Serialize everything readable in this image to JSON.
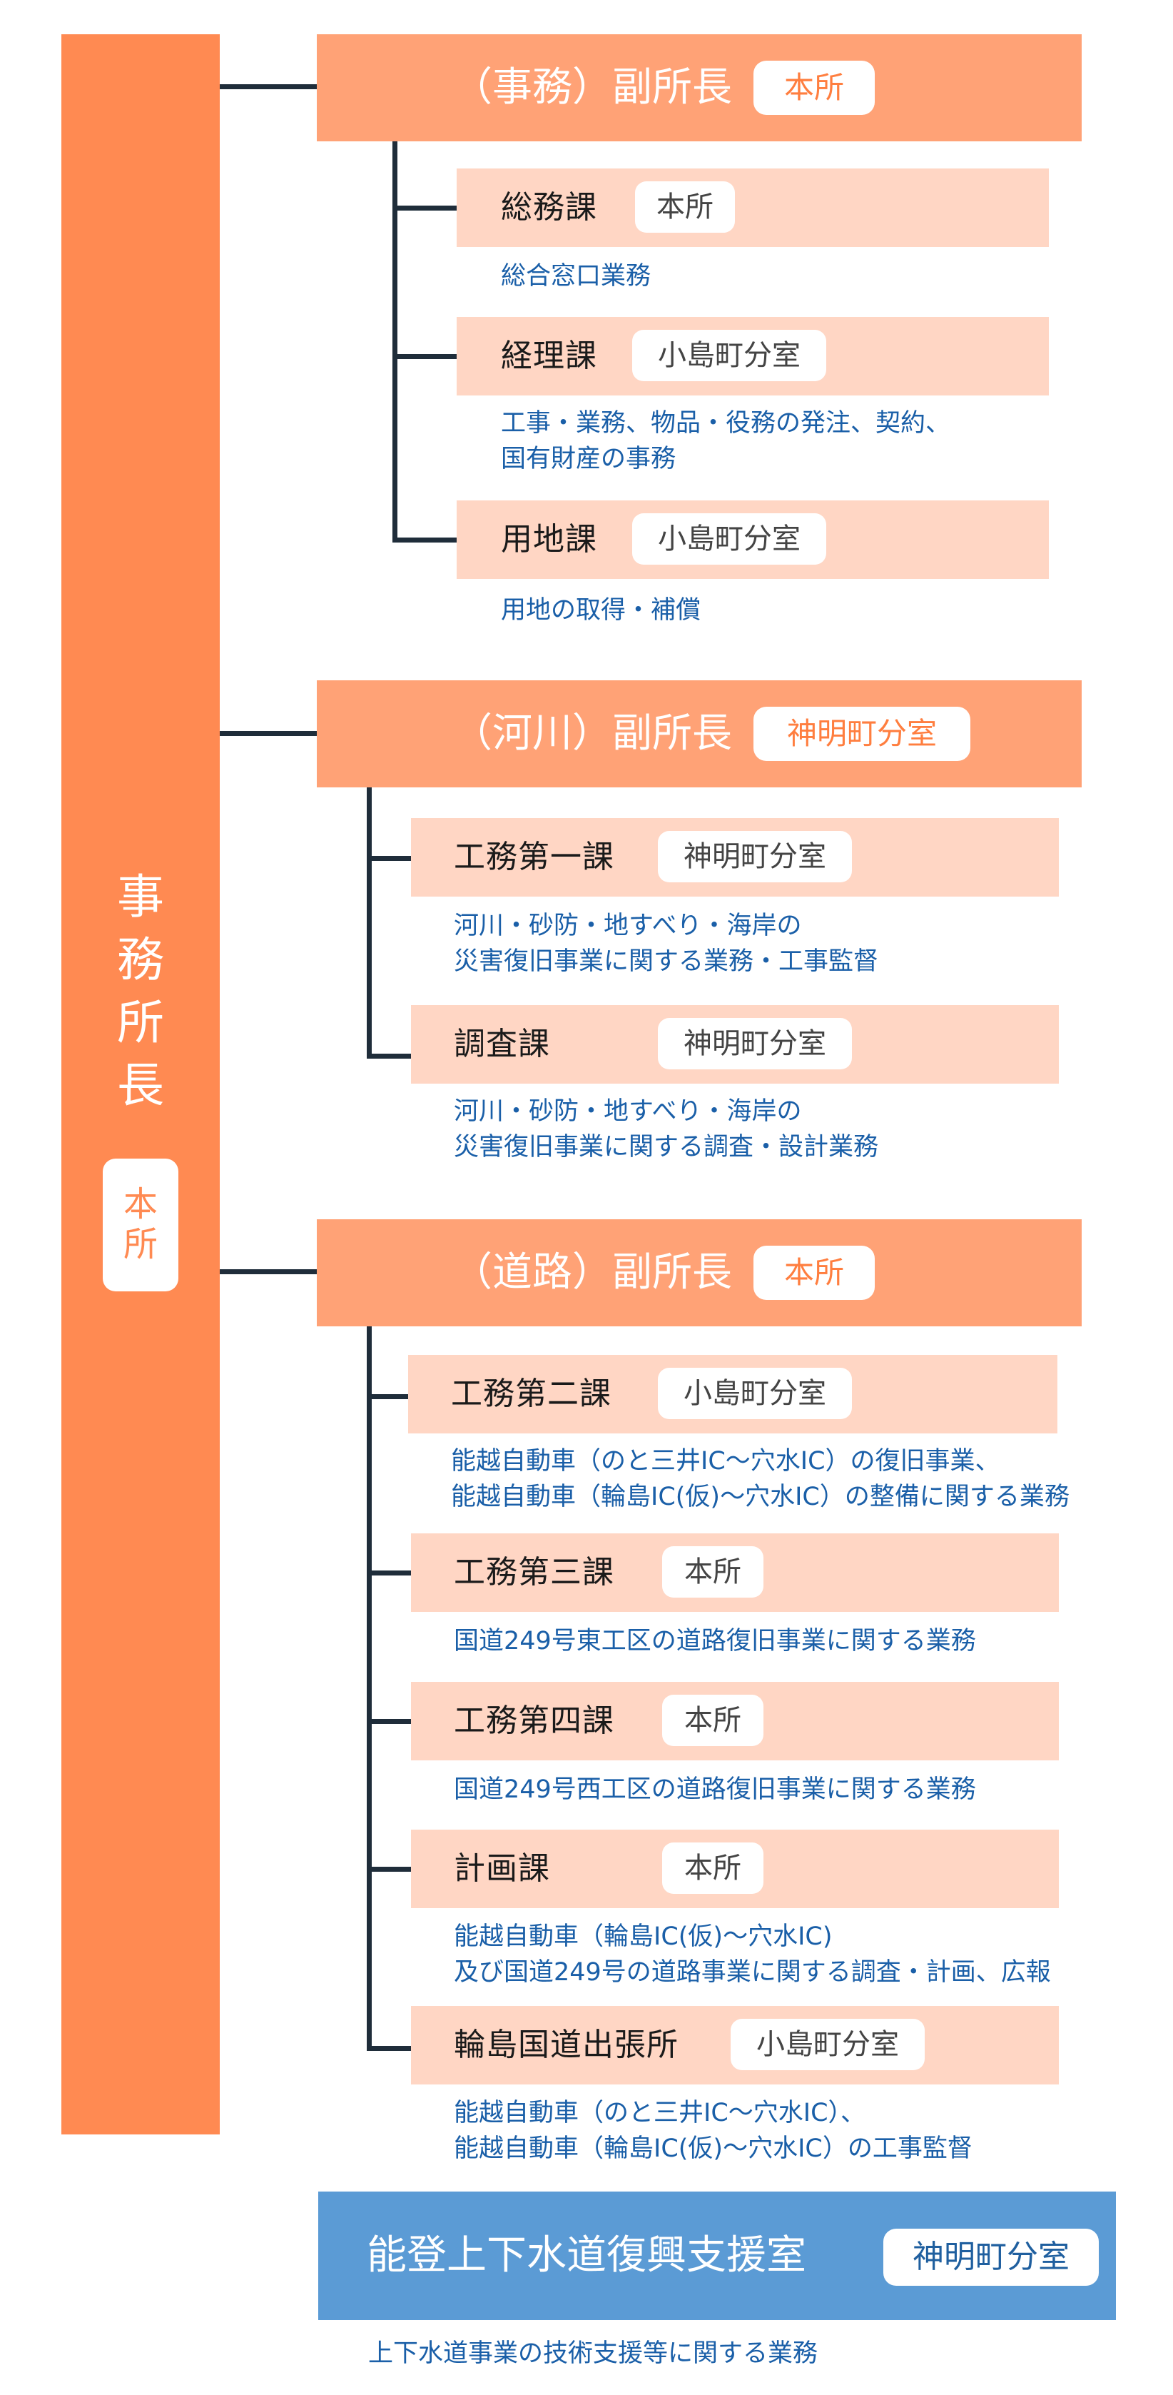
{
  "director": {
    "title_chars": [
      "事",
      "務",
      "所",
      "長"
    ],
    "location_chars": [
      "本",
      "所"
    ]
  },
  "deputies": [
    {
      "title": "（事務）副所長",
      "location": "本所",
      "sections": [
        {
          "name": "総務課",
          "location": "本所",
          "desc": [
            "総合窓口業務"
          ]
        },
        {
          "name": "経理課",
          "location": "小島町分室",
          "desc": [
            "工事・業務、物品・役務の発注、契約、",
            "国有財産の事務"
          ]
        },
        {
          "name": "用地課",
          "location": "小島町分室",
          "desc": [
            "用地の取得・補償"
          ]
        }
      ]
    },
    {
      "title": "（河川）副所長",
      "location": "神明町分室",
      "sections": [
        {
          "name": "工務第一課",
          "location": "神明町分室",
          "desc": [
            "河川・砂防・地すべり・海岸の",
            "災害復旧事業に関する業務・工事監督"
          ]
        },
        {
          "name": "調査課",
          "location": "神明町分室",
          "desc": [
            "河川・砂防・地すべり・海岸の",
            "災害復旧事業に関する調査・設計業務"
          ]
        }
      ]
    },
    {
      "title": "（道路）副所長",
      "location": "本所",
      "sections": [
        {
          "name": "工務第二課",
          "location": "小島町分室",
          "desc": [
            "能越自動車（のと三井IC～穴水IC）の復旧事業、",
            "能越自動車（輪島IC(仮)～穴水IC）の整備に関する業務"
          ]
        },
        {
          "name": "工務第三課",
          "location": "本所",
          "desc": [
            "国道249号東工区の道路復旧事業に関する業務"
          ]
        },
        {
          "name": "工務第四課",
          "location": "本所",
          "desc": [
            "国道249号西工区の道路復旧事業に関する業務"
          ]
        },
        {
          "name": "計画課",
          "location": "本所",
          "desc": [
            "能越自動車（輪島IC(仮)～穴水IC)",
            "及び国道249号の道路事業に関する調査・計画、広報"
          ]
        },
        {
          "name": "輪島国道出張所",
          "location": "小島町分室",
          "desc": [
            "能越自動車（のと三井IC～穴水IC）、",
            "能越自動車（輪島IC(仮)～穴水IC）の工事監督"
          ]
        }
      ]
    }
  ],
  "water_office": {
    "title": "能登上下水道復興支援室",
    "location": "神明町分室",
    "desc": "上下水道事業の技術支援等に関する業務"
  },
  "colors": {
    "director": "#FF8A52",
    "deputy": "#FFA276",
    "section": "#FFD6C4",
    "desc_text": "#1a5fa8",
    "water": "#5B9BD5"
  }
}
